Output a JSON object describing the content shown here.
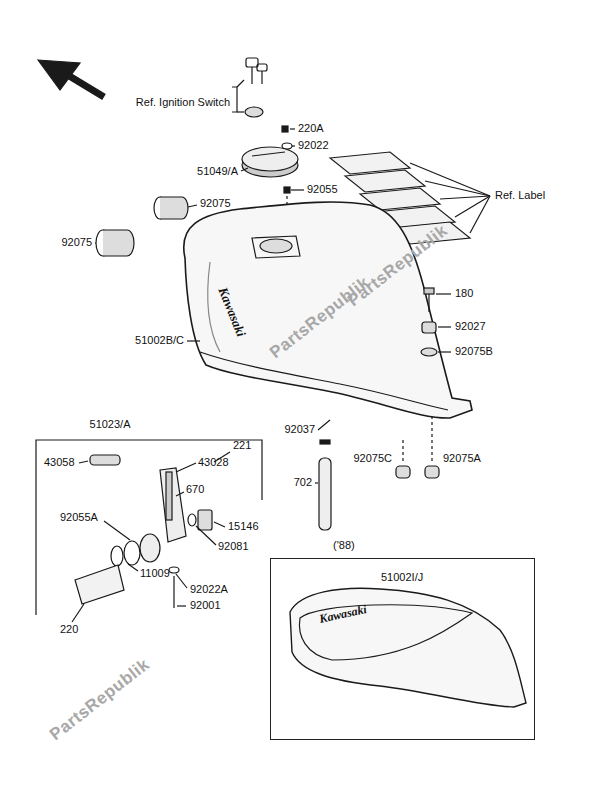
{
  "diagram": {
    "nodes": [
      {
        "text": [
          "('88)",
          "51002I/J",
          "Kawasaki"
        ]
      }
    ],
    "labels": [
      "Ref. Ignition Switch",
      "220A",
      "92022",
      "51049/A",
      "92055",
      "Ref. Label",
      "92075",
      "92075",
      "180",
      "92027",
      "92075B",
      "51002B/C",
      "92037",
      "92075C",
      "92075A",
      "702",
      "51023/A",
      "43058",
      "43028",
      "221",
      "670",
      "15146",
      "92081",
      "92055A",
      "11009",
      "92022A",
      "92001",
      "220",
      "Kawasaki",
      "PartsRepublik",
      "PartsRepublik",
      "PartsRepublik"
    ]
  }
}
